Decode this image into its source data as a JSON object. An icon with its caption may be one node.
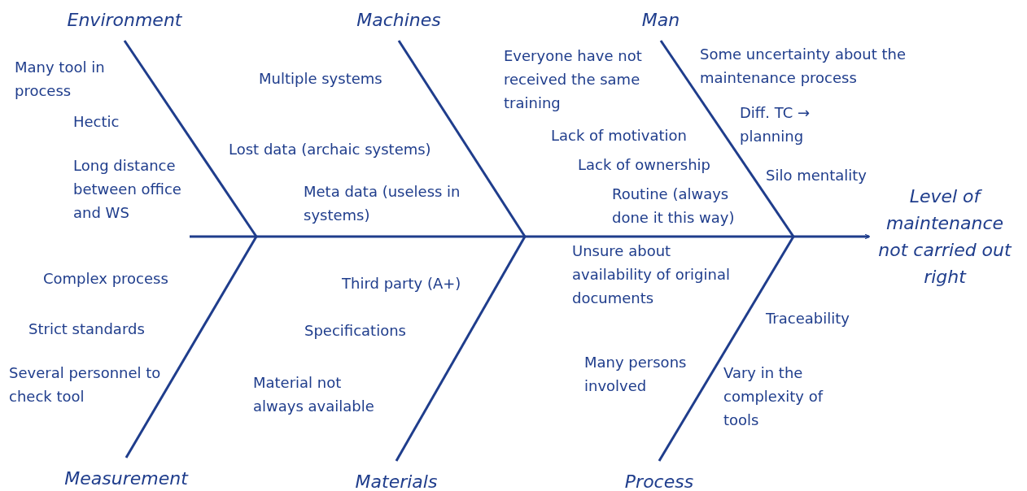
{
  "diagram": {
    "nodes": [
      {
        "text": [
          "Environment"
        ]
      },
      {
        "text": [
          "Machines"
        ]
      },
      {
        "text": [
          "Man"
        ]
      },
      {
        "text": [
          "Measurement"
        ]
      },
      {
        "text": [
          "Materials"
        ]
      },
      {
        "text": [
          "Process"
        ]
      },
      {
        "text": [
          "Level of maintenance not carried out right"
        ]
      }
    ],
    "edges": [
      {
        "from": 0,
        "to": null,
        "arrow": "none"
      },
      {
        "from": 1,
        "to": null,
        "arrow": "none"
      },
      {
        "from": 2,
        "to": null,
        "arrow": "none"
      },
      {
        "from": 3,
        "to": null,
        "arrow": "none"
      },
      {
        "from": 4,
        "to": null,
        "arrow": "none"
      },
      {
        "from": 5,
        "to": null,
        "arrow": "none"
      },
      {
        "from": null,
        "to": 6,
        "arrow": "to"
      }
    ],
    "labels": [
      "Many tool in process",
      "Some uncertainty about the maintenance process",
      "Everyone have not received the same training",
      "Multiple systems",
      "Diff. TC → planning",
      "Hectic",
      "Lack of motivation",
      "Lost data (archaic systems)",
      "Lack of ownership",
      "Long distance between office and WS",
      "Silo mentality",
      "Routine (always done it this way)",
      "Meta data (useless in systems)",
      "Unsure about availability of  original documents",
      "Complex process",
      "Third party (A+)",
      "Traceability",
      "Strict standards",
      "Specifications",
      "Many persons involved",
      "Several personnel to check tool",
      "Vary in the complexity of tools",
      "Material not always available"
    ]
  }
}
